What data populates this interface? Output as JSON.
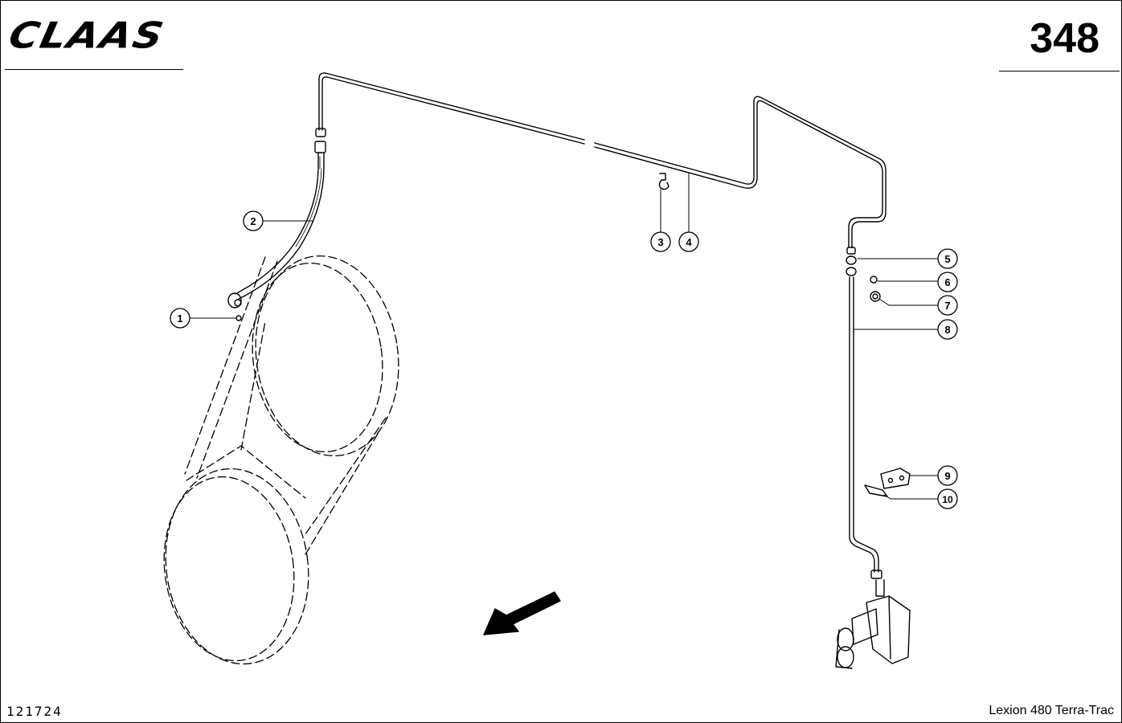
{
  "header": {
    "brand": "CLAAS",
    "page_number": "348"
  },
  "footer": {
    "reference": "121724",
    "model": "Lexion 480 Terra-Trac"
  },
  "callouts": [
    "1",
    "2",
    "3",
    "4",
    "5",
    "6",
    "7",
    "8",
    "9",
    "10"
  ]
}
